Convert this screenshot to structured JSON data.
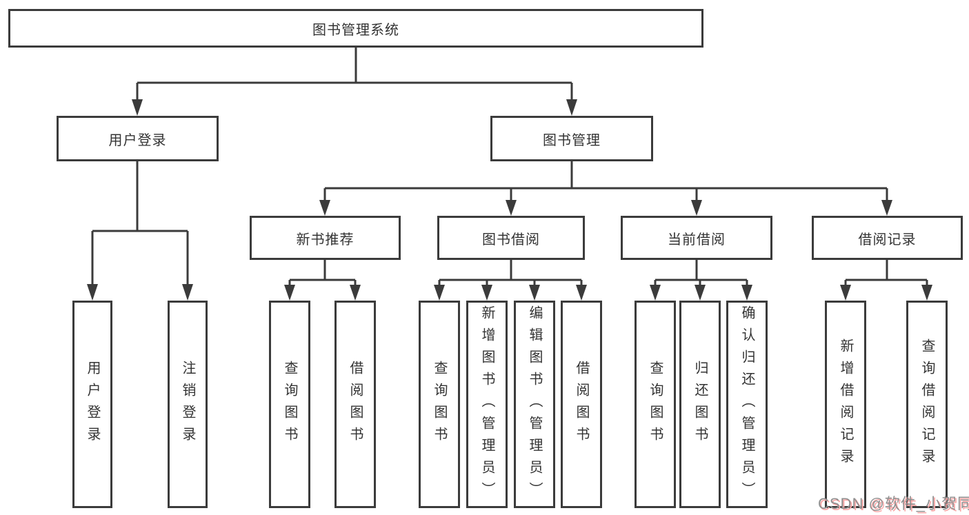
{
  "diagram": {
    "root": "图书管理系统",
    "level2": {
      "user_login": "用户登录",
      "book_management": "图书管理"
    },
    "level3": {
      "new_book_recommend": "新书推荐",
      "book_borrow": "图书借阅",
      "current_borrow": "当前借阅",
      "borrow_records": "借阅记录"
    },
    "leaves": {
      "user_login": [
        "用户登录",
        "注销登录"
      ],
      "new_book_recommend": [
        "查询图书",
        "借阅图书"
      ],
      "book_borrow": [
        "查询图书",
        "新增图书（管理员）",
        "编辑图书（管理员）",
        "借阅图书"
      ],
      "current_borrow": [
        "查询图书",
        "归还图书",
        "确认归还（管理员）"
      ],
      "borrow_records": [
        "新增借阅记录",
        "查询借阅记录"
      ]
    }
  },
  "watermark": "CSDN @软件_小贺同学",
  "colors": {
    "line": "#3b3b3b",
    "text": "#333333",
    "background": "#ffffff",
    "watermark_text": "#8f8f8f",
    "watermark_shadow": "#faa7a7"
  }
}
